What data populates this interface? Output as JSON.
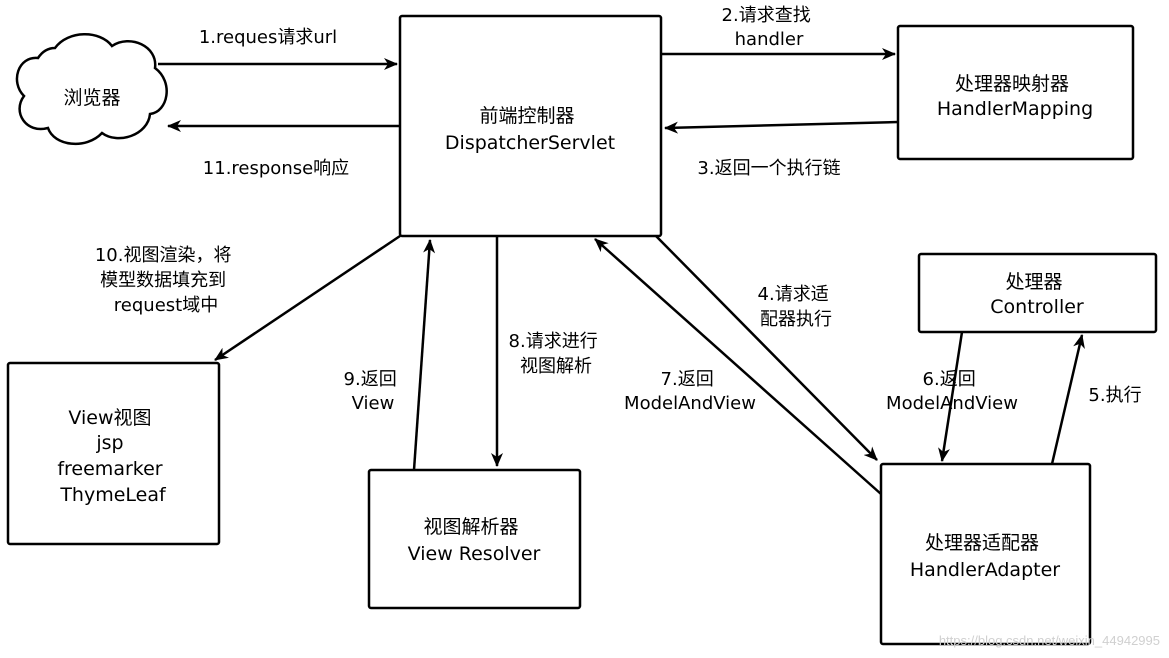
{
  "nodes": {
    "browser": {
      "lines": [
        "浏览器"
      ]
    },
    "dispatcher": {
      "lines": [
        "前端控制器",
        "DispatcherServlet"
      ]
    },
    "handler_mapping": {
      "lines": [
        "处理器映射器",
        "HandlerMapping"
      ]
    },
    "controller": {
      "lines": [
        "处理器",
        "Controller"
      ]
    },
    "handler_adapter": {
      "lines": [
        "处理器适配器",
        "HandlerAdapter"
      ]
    },
    "view_resolver": {
      "lines": [
        "视图解析器",
        "View Resolver"
      ]
    },
    "view": {
      "lines": [
        "View视图",
        "jsp",
        "freemarker",
        "ThymeLeaf"
      ]
    }
  },
  "edges": {
    "e1": {
      "lines": [
        "1.reques请求url"
      ]
    },
    "e2": {
      "lines": [
        "2.请求查找",
        "handler"
      ]
    },
    "e3": {
      "lines": [
        "3.返回一个执行链"
      ]
    },
    "e4": {
      "lines": [
        "4.请求适",
        "配器执行"
      ]
    },
    "e5": {
      "lines": [
        "5.执行"
      ]
    },
    "e6": {
      "lines": [
        "6.返回",
        "ModelAndView"
      ]
    },
    "e7": {
      "lines": [
        "7.返回",
        "ModelAndView"
      ]
    },
    "e8": {
      "lines": [
        "8.请求进行",
        "视图解析"
      ]
    },
    "e9": {
      "lines": [
        "9.返回",
        "View"
      ]
    },
    "e10": {
      "lines": [
        "10.视图渲染，将",
        "模型数据填充到",
        "request域中"
      ]
    },
    "e11": {
      "lines": [
        "11.response响应"
      ]
    }
  },
  "watermark": "https://blog.csdn.net/weixin_44942995"
}
